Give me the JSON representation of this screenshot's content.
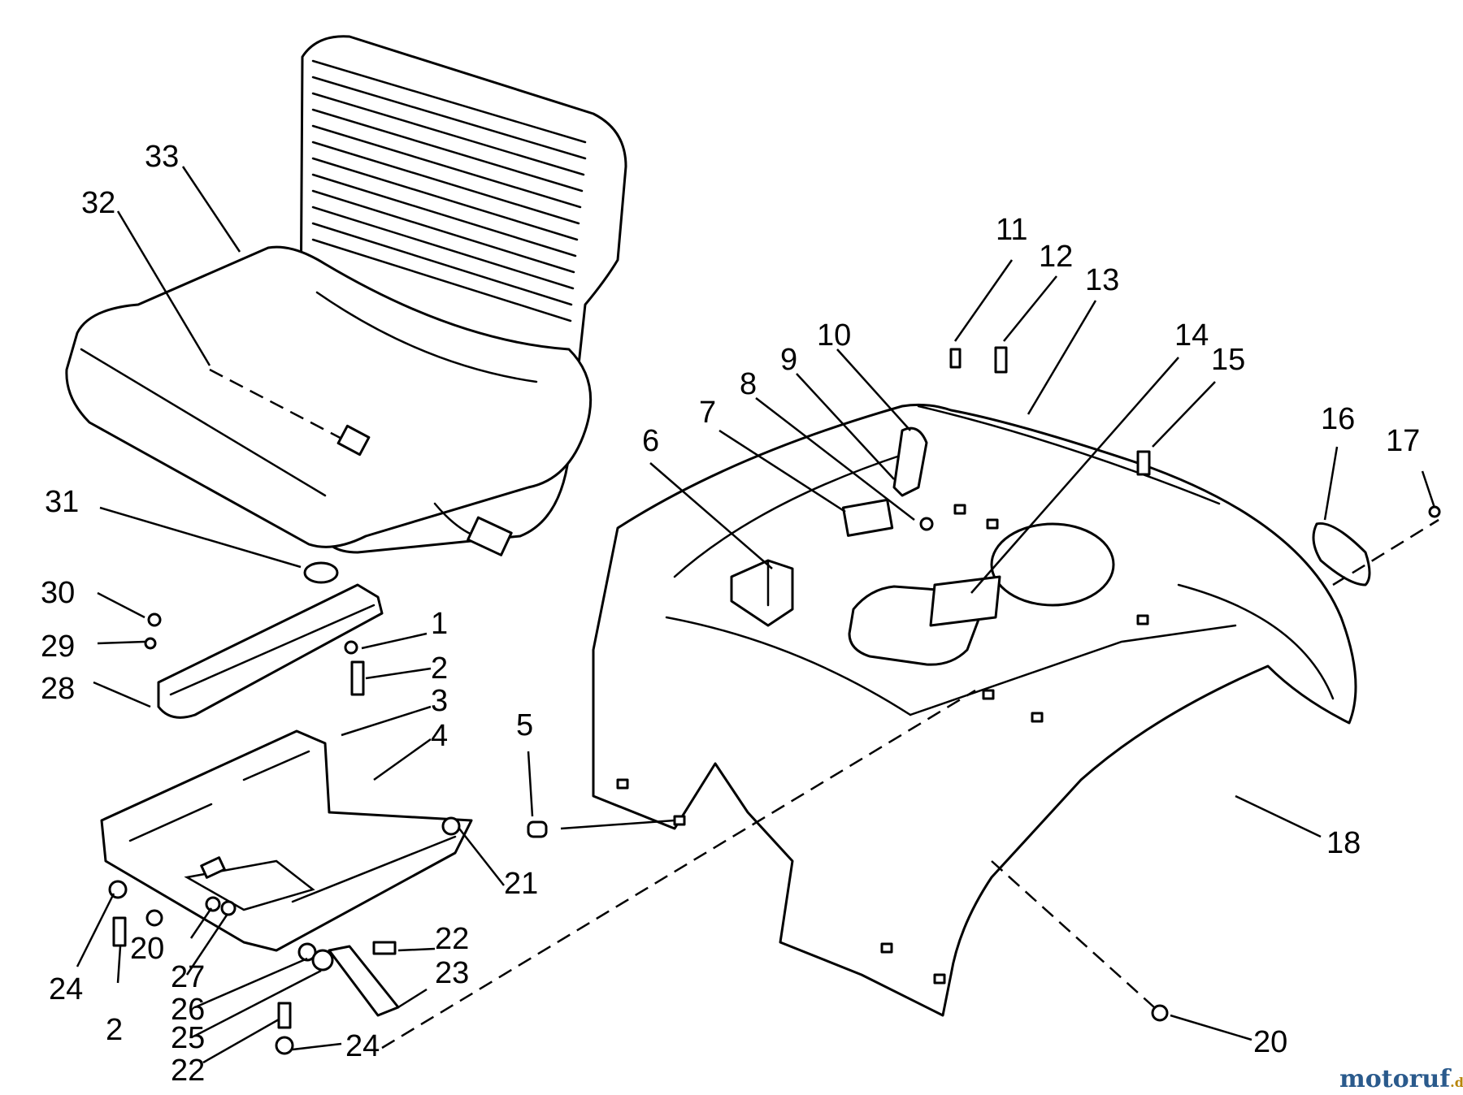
{
  "diagram": {
    "callouts": [
      {
        "id": "c33",
        "text": "33"
      },
      {
        "id": "c32",
        "text": "32"
      },
      {
        "id": "c31",
        "text": "31"
      },
      {
        "id": "c30",
        "text": "30"
      },
      {
        "id": "c29",
        "text": "29"
      },
      {
        "id": "c28",
        "text": "28"
      },
      {
        "id": "c1",
        "text": "1"
      },
      {
        "id": "c2a",
        "text": "2"
      },
      {
        "id": "c3",
        "text": "3"
      },
      {
        "id": "c4",
        "text": "4"
      },
      {
        "id": "c5",
        "text": "5"
      },
      {
        "id": "c6",
        "text": "6"
      },
      {
        "id": "c7",
        "text": "7"
      },
      {
        "id": "c8",
        "text": "8"
      },
      {
        "id": "c9",
        "text": "9"
      },
      {
        "id": "c10",
        "text": "10"
      },
      {
        "id": "c11",
        "text": "11"
      },
      {
        "id": "c12",
        "text": "12"
      },
      {
        "id": "c13",
        "text": "13"
      },
      {
        "id": "c14",
        "text": "14"
      },
      {
        "id": "c15",
        "text": "15"
      },
      {
        "id": "c16",
        "text": "16"
      },
      {
        "id": "c17",
        "text": "17"
      },
      {
        "id": "c18",
        "text": "18"
      },
      {
        "id": "c20a",
        "text": "20"
      },
      {
        "id": "c20b",
        "text": "20"
      },
      {
        "id": "c21",
        "text": "21"
      },
      {
        "id": "c22a",
        "text": "22"
      },
      {
        "id": "c22b",
        "text": "22"
      },
      {
        "id": "c23",
        "text": "23"
      },
      {
        "id": "c24a",
        "text": "24"
      },
      {
        "id": "c24b",
        "text": "24"
      },
      {
        "id": "c25",
        "text": "25"
      },
      {
        "id": "c26",
        "text": "26"
      },
      {
        "id": "c27",
        "text": "27"
      },
      {
        "id": "c2b",
        "text": "2"
      }
    ]
  },
  "watermark": {
    "main": "motoruf",
    "suffix": ".de",
    "main_color": "#2a5a8c",
    "suffix_color": "#b8860b"
  }
}
